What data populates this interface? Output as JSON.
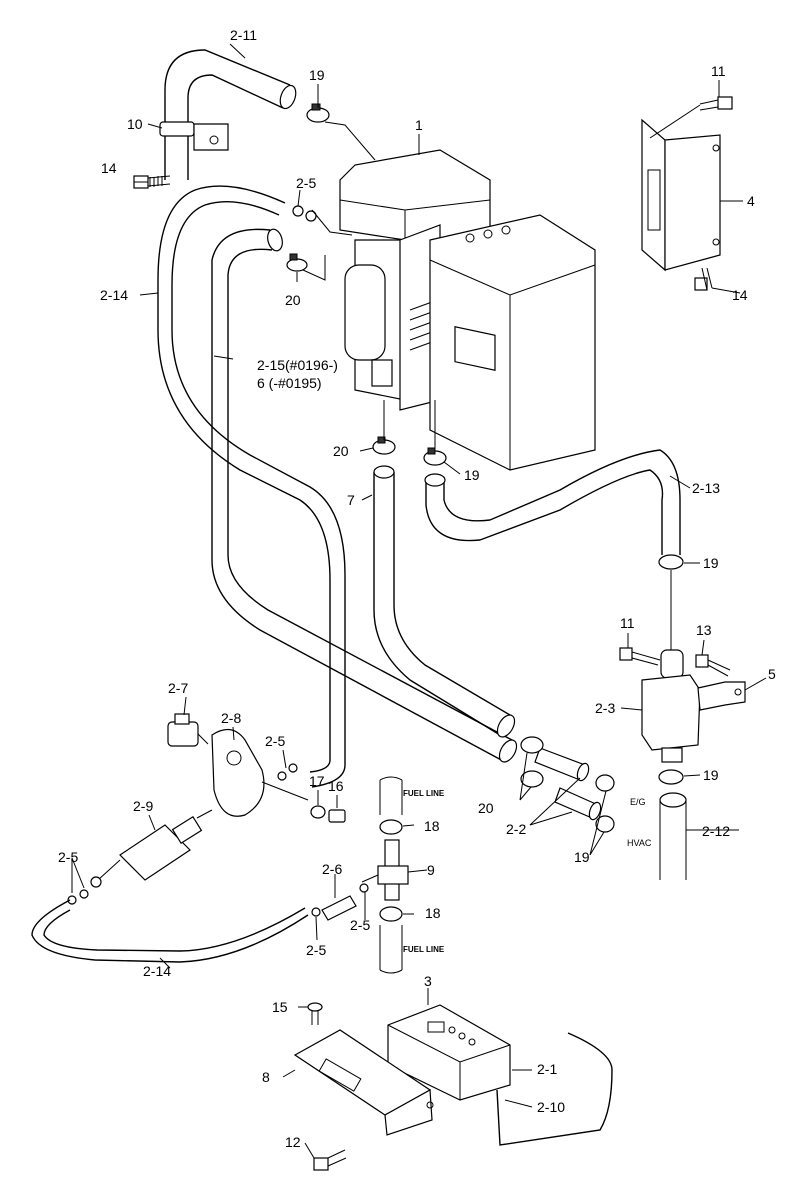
{
  "colors": {
    "line": "#000000",
    "background": "#ffffff"
  },
  "callouts": {
    "c_2_11": "2-11",
    "c_19_top": "19",
    "c_1": "1",
    "c_11_top": "11",
    "c_10": "10",
    "c_14_left": "14",
    "c_2_5_top": "2-5",
    "c_4": "4",
    "c_2_14_upper": "2-14",
    "c_20_upper": "20",
    "c_14_right": "14",
    "c_2_15": "2-15(#0196-)",
    "c_6": "6 (-#0195)",
    "c_20_mid": "20",
    "c_19_mid": "19",
    "c_7": "7",
    "c_2_13": "2-13",
    "c_19_right": "19",
    "c_11_mid": "11",
    "c_13": "13",
    "c_5": "5",
    "c_2_7": "2-7",
    "c_2_8": "2-8",
    "c_2_5_mid": "2-5",
    "c_17": "17",
    "c_16": "16",
    "c_2_3": "2-3",
    "c_19_lower": "19",
    "c_2_9": "2-9",
    "c_20_lower": "20",
    "c_2_2": "2-2",
    "c_19_bottom": "19",
    "c_2_12": "2-12",
    "c_18_upper": "18",
    "c_2_5_left": "2-5",
    "c_9": "9",
    "c_2_6": "2-6",
    "c_2_5_bottom_a": "2-5",
    "c_2_5_bottom_b": "2-5",
    "c_18_lower": "18",
    "c_2_14_lower": "2-14",
    "c_3": "3",
    "c_15": "15",
    "c_8": "8",
    "c_2_1": "2-1",
    "c_2_10": "2-10",
    "c_12": "12"
  },
  "tags": {
    "fuel_line_top": "FUEL LINE",
    "fuel_line_bottom": "FUEL LINE",
    "eg": "E/G",
    "hvac": "HVAC"
  }
}
